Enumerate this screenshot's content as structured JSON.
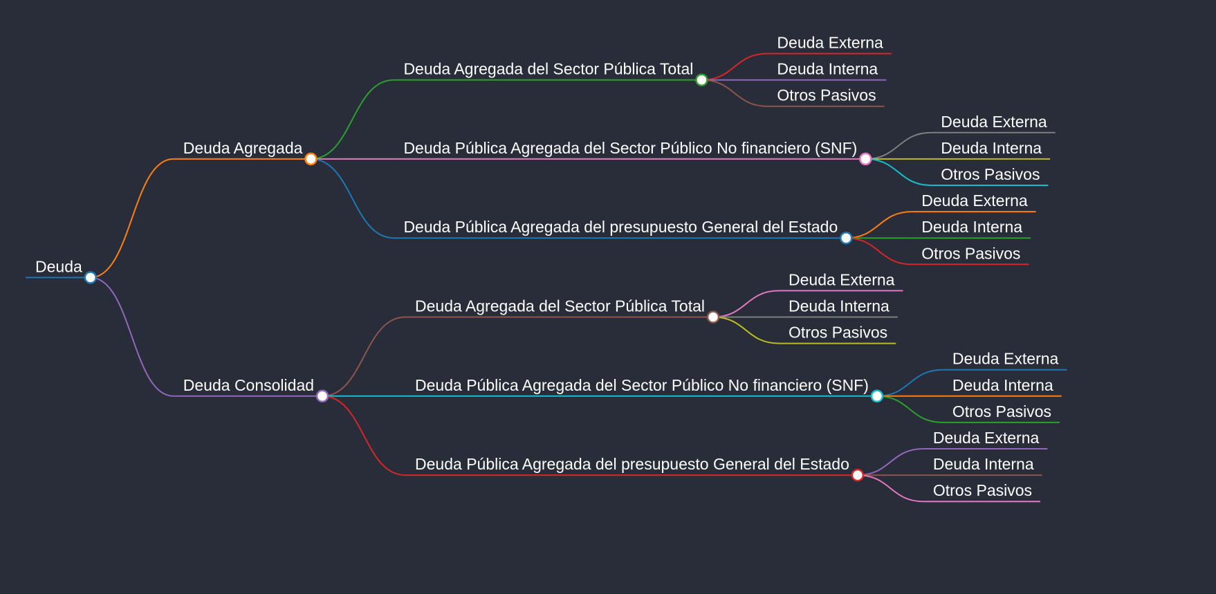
{
  "theme": {
    "background": "#282d39",
    "text_color": "#ffffff"
  },
  "mindmap": {
    "root": {
      "label": "Deuda",
      "color": "#1f77b4",
      "children": [
        {
          "label": "Deuda Agregada",
          "color": "#ff7f0e",
          "children": [
            {
              "label": "Deuda Agregada del Sector Pública Total",
              "color": "#2ca02c",
              "children": [
                {
                  "label": "Deuda Externa",
                  "color": "#d62728"
                },
                {
                  "label": "Deuda Interna",
                  "color": "#9467bd"
                },
                {
                  "label": "Otros Pasivos",
                  "color": "#8c564b"
                }
              ]
            },
            {
              "label": "Deuda Pública Agregada del Sector Público No financiero (SNF)",
              "color": "#e377c2",
              "children": [
                {
                  "label": "Deuda Externa",
                  "color": "#7f7f7f"
                },
                {
                  "label": "Deuda Interna",
                  "color": "#bcbd22"
                },
                {
                  "label": "Otros Pasivos",
                  "color": "#17becf"
                }
              ]
            },
            {
              "label": "Deuda Pública Agregada del presupuesto General del Estado",
              "color": "#1f77b4",
              "children": [
                {
                  "label": "Deuda Externa",
                  "color": "#ff7f0e"
                },
                {
                  "label": "Deuda Interna",
                  "color": "#2ca02c"
                },
                {
                  "label": "Otros Pasivos",
                  "color": "#d62728"
                }
              ]
            }
          ]
        },
        {
          "label": "Deuda Consolidad",
          "color": "#9467bd",
          "children": [
            {
              "label": "Deuda Agregada del Sector Pública Total",
              "color": "#8c564b",
              "children": [
                {
                  "label": "Deuda Externa",
                  "color": "#e377c2"
                },
                {
                  "label": "Deuda Interna",
                  "color": "#7f7f7f"
                },
                {
                  "label": "Otros Pasivos",
                  "color": "#bcbd22"
                }
              ]
            },
            {
              "label": "Deuda Pública Agregada del Sector Público No financiero (SNF)",
              "color": "#17becf",
              "children": [
                {
                  "label": "Deuda Externa",
                  "color": "#1f77b4"
                },
                {
                  "label": "Deuda Interna",
                  "color": "#ff7f0e"
                },
                {
                  "label": "Otros Pasivos",
                  "color": "#2ca02c"
                }
              ]
            },
            {
              "label": "Deuda Pública Agregada del presupuesto General del Estado",
              "color": "#d62728",
              "children": [
                {
                  "label": "Deuda Externa",
                  "color": "#9467bd"
                },
                {
                  "label": "Deuda Interna",
                  "color": "#8c564b"
                },
                {
                  "label": "Otros Pasivos",
                  "color": "#e377c2"
                }
              ]
            }
          ]
        }
      ]
    }
  }
}
